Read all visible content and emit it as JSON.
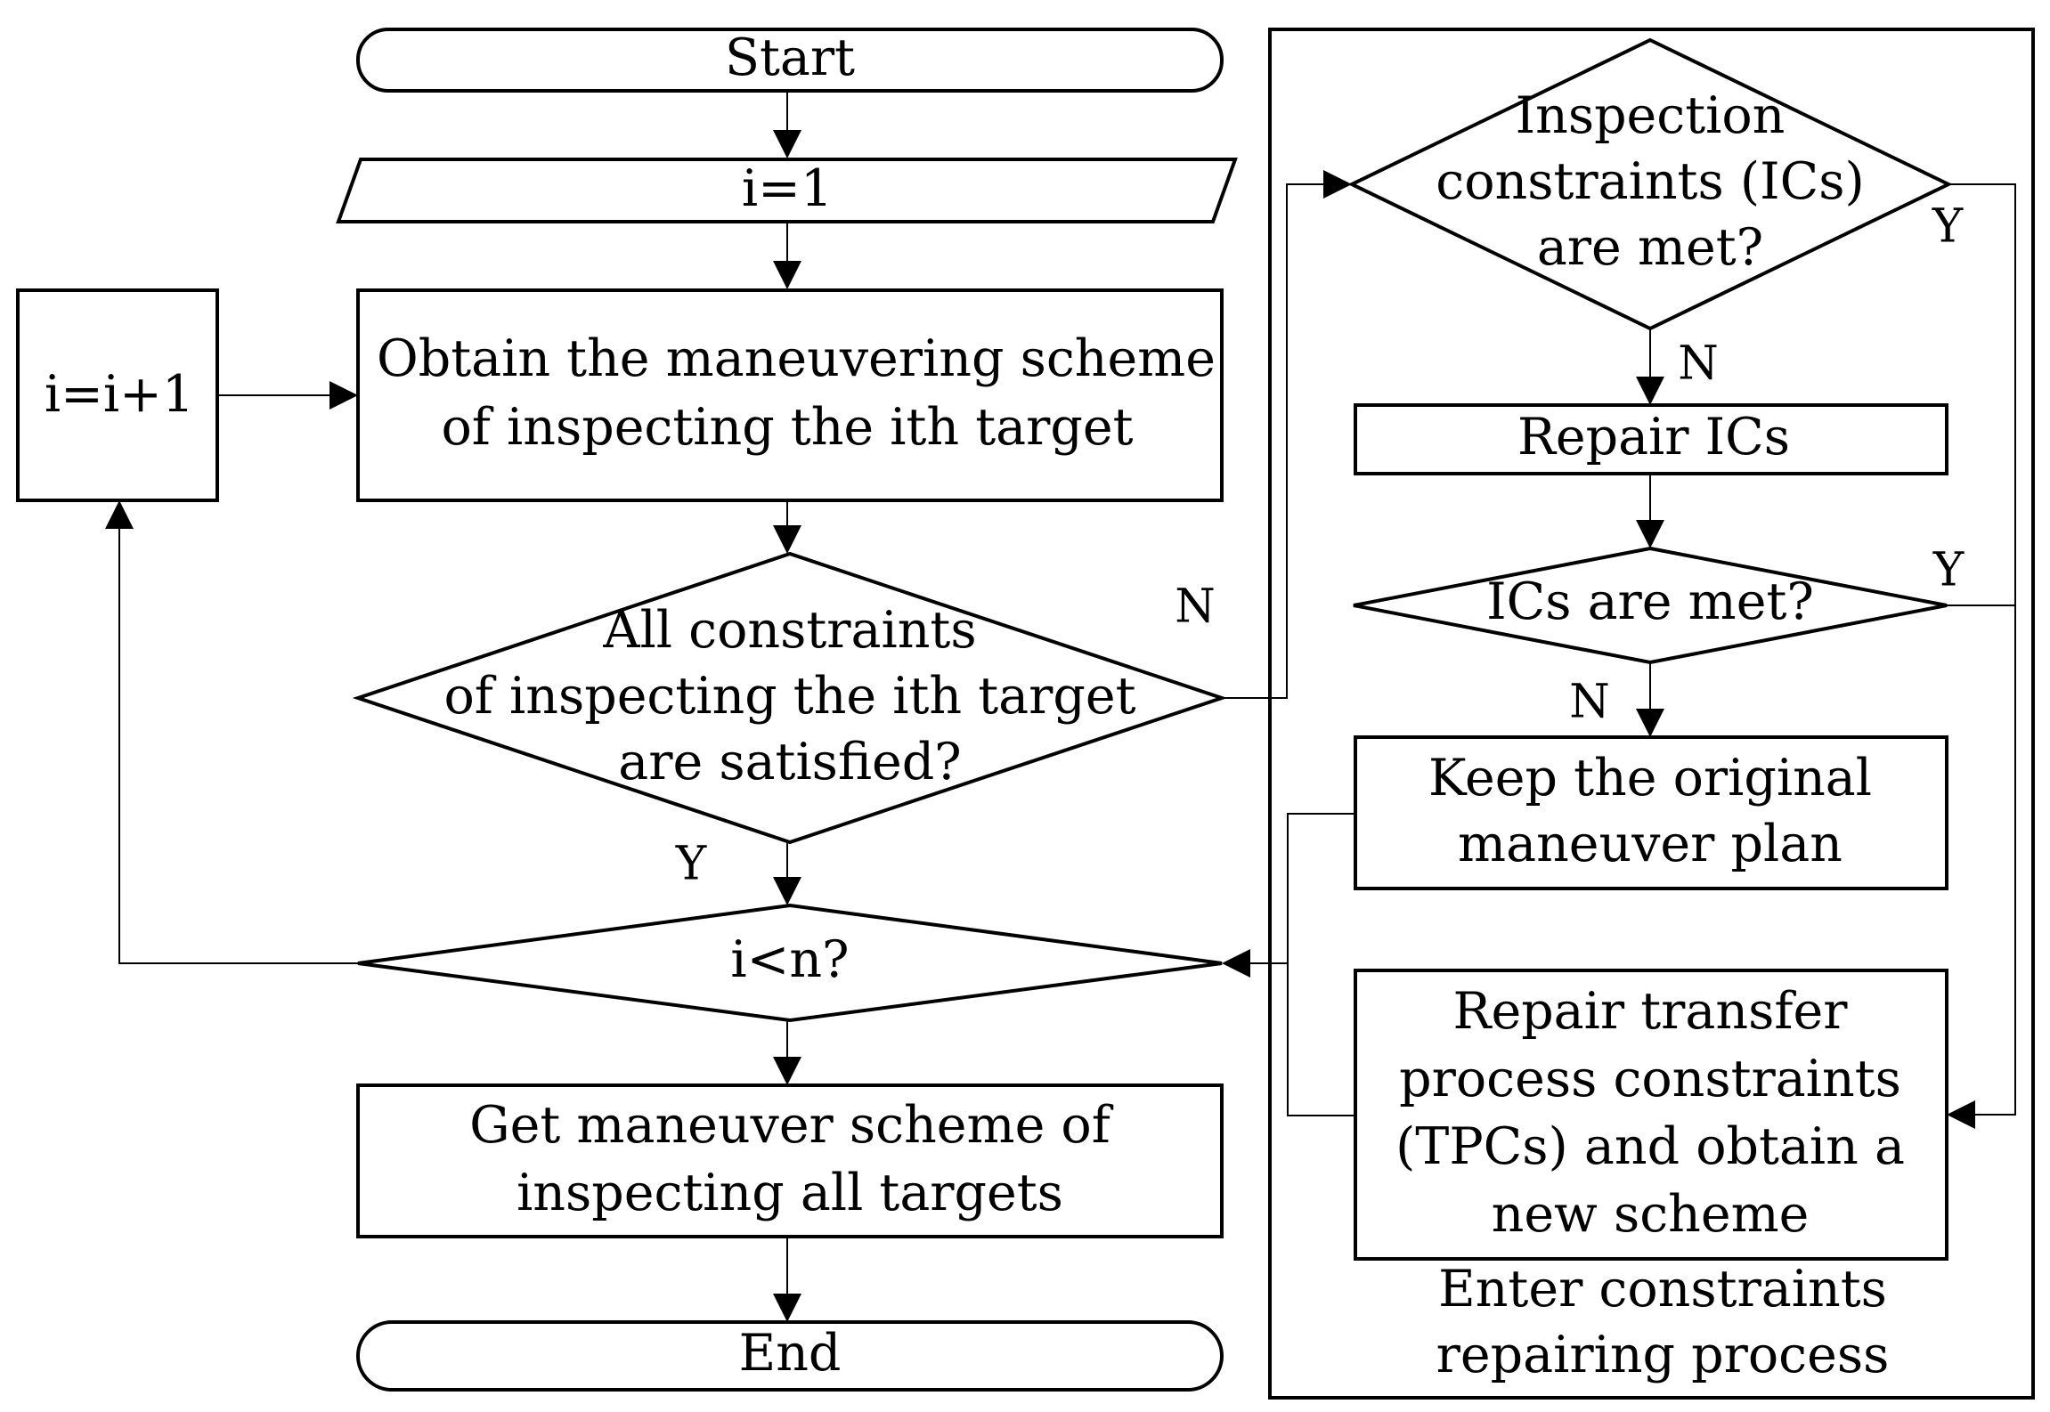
{
  "nodes": {
    "start": "Start",
    "init": "i=1",
    "increment": "i=i+1",
    "obtain": [
      "Obtain the maneuvering scheme",
      "of inspecting the ith target"
    ],
    "all_constraints": [
      "All constraints",
      "of inspecting the ith target",
      "are satisfied?"
    ],
    "loop_check": "i<n?",
    "get_all": [
      "Get maneuver scheme of",
      "inspecting all targets"
    ],
    "end": "End",
    "ic_met": [
      "Inspection",
      "constraints (ICs)",
      "are met?"
    ],
    "repair_ics": "Repair ICs",
    "ics_met_again": "ICs are met?",
    "keep_original": [
      "Keep the original",
      "maneuver plan"
    ],
    "repair_tpcs": [
      "Repair transfer",
      "process constraints",
      "(TPCs) and obtain a",
      "new scheme"
    ],
    "subprocess_caption": [
      "Enter constraints",
      "repairing process"
    ]
  },
  "edge_labels": {
    "all_constraints_no": "N",
    "all_constraints_yes": "Y",
    "ic_met_yes": "Y",
    "ic_met_no": "N",
    "ics_met_again_yes": "Y",
    "ics_met_again_no": "N"
  }
}
